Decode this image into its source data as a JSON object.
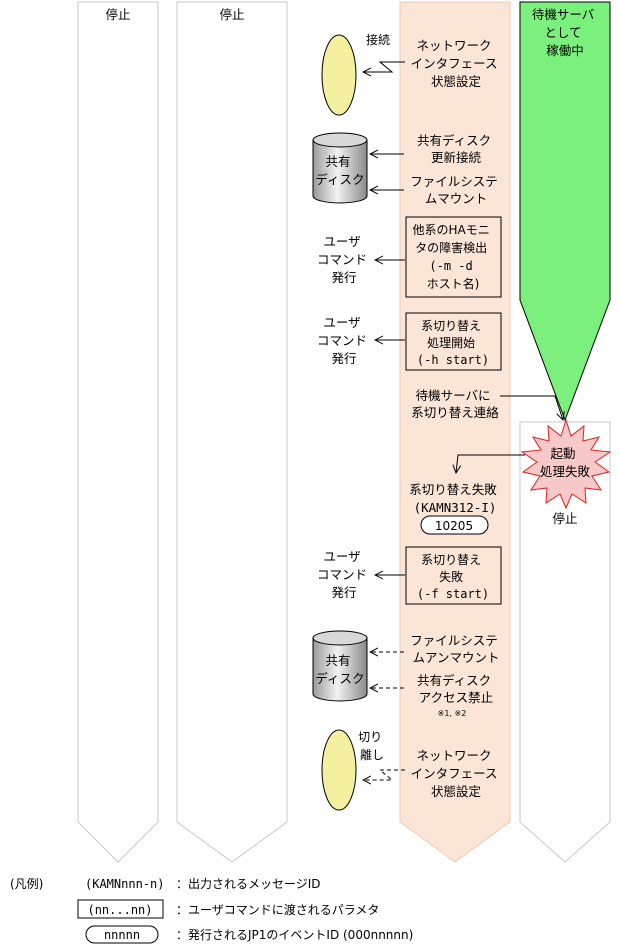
{
  "columns": {
    "col1_status": "停止",
    "col2_status": "停止",
    "col4_active_lines": [
      "待機サーバ",
      "として",
      "稼働中"
    ],
    "col4_stopped": "停止"
  },
  "steps": {
    "nif_set_lines": [
      "ネットワーク",
      "インタフェース",
      "状態設定"
    ],
    "connect_label": "接続",
    "shared_disk_update_lines": [
      "共有ディスク",
      "更新接続"
    ],
    "fs_mount_lines": [
      "ファイルシステ",
      "ムマウント"
    ],
    "disk_label_lines": [
      "共有",
      "ディスク"
    ],
    "ha_detect_lines": [
      "他系のHAモニ",
      "タの障害検出",
      "(-m -d",
      "ホスト名)"
    ],
    "user_cmd1_lines": [
      "ユーザ",
      "コマンド",
      "発行"
    ],
    "switch_start_lines": [
      "系切り替え",
      "処理開始",
      "(-h start)"
    ],
    "user_cmd2_lines": [
      "ユーザ",
      "コマンド",
      "発行"
    ],
    "notify_lines": [
      "待機サーバに",
      "系切り替え連絡"
    ],
    "startup_fail_lines": [
      "起動",
      "処理失敗"
    ],
    "switch_fail_msg_lines": [
      "系切り替え失敗",
      "(KAMN312-I)"
    ],
    "event_id": "10205",
    "switch_fail_lines": [
      "系切り替え",
      "失敗",
      "(-f start)"
    ],
    "user_cmd3_lines": [
      "ユーザ",
      "コマンド",
      "発行"
    ],
    "fs_unmount_lines": [
      "ファイルシステ",
      "ムアンマウント"
    ],
    "disk_label2_lines": [
      "共有",
      "ディスク"
    ],
    "disk_block_lines": [
      "共有ディスク",
      "アクセス禁止"
    ],
    "note_marks": "※1, ※2",
    "detach_lines": [
      "切り",
      "離し"
    ],
    "nif_set2_lines": [
      "ネットワーク",
      "インタフェース",
      "状態設定"
    ]
  },
  "legend": {
    "title": "(凡例)",
    "message_sample": "(KAMNnnn-n)",
    "message_desc": "：出力されるメッセージID",
    "param_sample": "(nn...nn)",
    "param_desc": "：ユーザコマンドに渡されるパラメタ",
    "event_sample": "nnnnn",
    "event_desc": "：発行されるJP1のイベントID (000nnnnn)"
  },
  "colors": {
    "active_green": "#7CF07C",
    "process_peach": "#FBE5D6",
    "burst_pink": "#F8C9C9",
    "ellipse_yellow": "#F5F0A0",
    "column_border": "#C8C8C8"
  }
}
